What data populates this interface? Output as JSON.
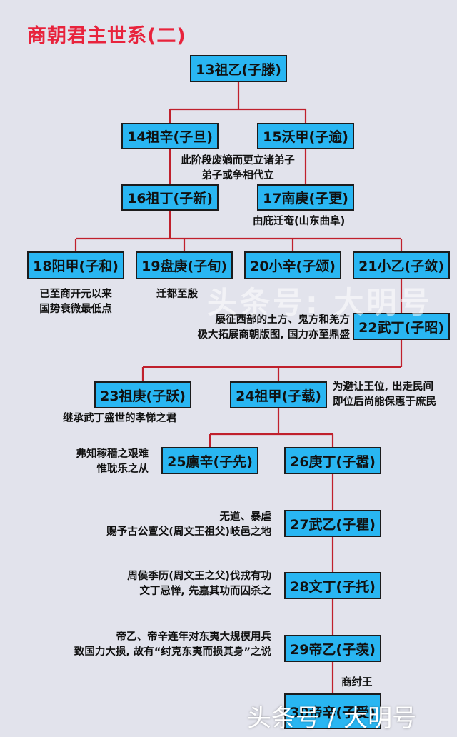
{
  "title": "商朝君主世系(二)",
  "colors": {
    "title": "#e8233c",
    "node": "#29b6f2",
    "line": "#c0202c",
    "background": "#e2e3ec"
  },
  "nodes": {
    "n13": "13祖乙(子滕)",
    "n14": "14祖辛(子旦)",
    "n15": "15沃甲(子逾)",
    "n16": "16祖丁(子新)",
    "n17": "17南庚(子更)",
    "n18": "18阳甲(子和)",
    "n19": "19盘庚(子旬)",
    "n20": "20小辛(子颂)",
    "n21": "21小乙(子敛)",
    "n22": "22武丁(子昭)",
    "n23": "23祖庚(子跃)",
    "n24": "24祖甲(子载)",
    "n25": "25廪辛(子先)",
    "n26": "26庚丁(子嚣)",
    "n27": "27武乙(子瞿)",
    "n28": "28文丁(子托)",
    "n29": "29帝乙(子羡)",
    "n30": "30帝辛(子受)"
  },
  "notes": {
    "n14_15": [
      "此阶段废嫡而更立诸弟子",
      "弟子或争相代立"
    ],
    "n17": [
      "由庇迁奄(山东曲阜)"
    ],
    "n18": [
      "已至商开元以来",
      "国势衰微最低点"
    ],
    "n19": [
      "迁都至殷"
    ],
    "n22": [
      "屡征西部的土方、鬼方和羌方",
      "极大拓展商朝版图, 国力亦至鼎盛"
    ],
    "n23": [
      "继承武丁盛世的孝悌之君"
    ],
    "n24": [
      "为避让王位, 出走民间",
      "即位后尚能保惠于庶民"
    ],
    "n25": [
      "弗知稼穑之艰难",
      "惟耽乐之从"
    ],
    "n27": [
      "无道、暴虐",
      "赐予古公亶父(周文王祖父)岐邑之地"
    ],
    "n28": [
      "周侯季历(周文王之父)伐戎有功",
      "文丁忌惮, 先嘉其功而囚杀之"
    ],
    "n29": [
      "帝乙、帝辛连年对东夷大规模用兵",
      "致国力大损, 故有“纣克东夷而损其身”之说"
    ],
    "n30": [
      "商纣王"
    ]
  },
  "watermarks": {
    "center": "头条号: 大明号",
    "corner": "头条号 / 大明号"
  }
}
